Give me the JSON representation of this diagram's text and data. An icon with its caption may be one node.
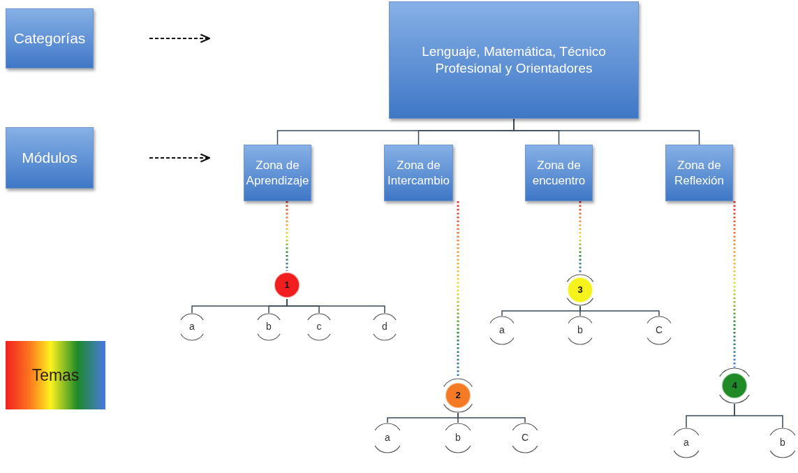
{
  "diagram": {
    "nodes": [
      {
        "text": [
          "Categorías"
        ]
      },
      {
        "text": [
          "Módulos"
        ]
      },
      {
        "text": [
          "Temas"
        ]
      },
      {
        "text": [
          "Lenguaje, Matemática, Técnico Profesional y Orientadores"
        ]
      },
      {
        "text": [
          "Zona de Aprendizaje"
        ]
      },
      {
        "text": [
          "Zona de Intercambio"
        ]
      },
      {
        "text": [
          "Zona de encuentro"
        ]
      },
      {
        "text": [
          "Zona de Reflexión"
        ]
      },
      {
        "text": [
          "1"
        ]
      },
      {
        "text": [
          "a"
        ]
      },
      {
        "text": [
          "b"
        ]
      },
      {
        "text": [
          "c"
        ]
      },
      {
        "text": [
          "d"
        ]
      },
      {
        "text": [
          "2"
        ]
      },
      {
        "text": [
          "a"
        ]
      },
      {
        "text": [
          "b"
        ]
      },
      {
        "text": [
          "C"
        ]
      },
      {
        "text": [
          "3"
        ]
      },
      {
        "text": [
          "a"
        ]
      },
      {
        "text": [
          "b"
        ]
      },
      {
        "text": [
          "C"
        ]
      },
      {
        "text": [
          "4"
        ]
      },
      {
        "text": [
          "a"
        ]
      },
      {
        "text": [
          "b"
        ]
      }
    ],
    "edges": [
      {
        "from": 0,
        "to": null,
        "arrow": "to",
        "style": "dashed"
      },
      {
        "from": 1,
        "to": null,
        "arrow": "to",
        "style": "dashed"
      },
      {
        "from": 3,
        "to": 4,
        "arrow": "none"
      },
      {
        "from": 3,
        "to": 5,
        "arrow": "none"
      },
      {
        "from": 3,
        "to": 6,
        "arrow": "none"
      },
      {
        "from": 3,
        "to": 7,
        "arrow": "none"
      },
      {
        "from": 4,
        "to": 8,
        "arrow": "none",
        "style": "dashed"
      },
      {
        "from": 5,
        "to": 13,
        "arrow": "none",
        "style": "dashed"
      },
      {
        "from": 6,
        "to": 17,
        "arrow": "none",
        "style": "dashed"
      },
      {
        "from": 7,
        "to": 21,
        "arrow": "none",
        "style": "dashed"
      },
      {
        "from": 8,
        "to": 9,
        "arrow": "none"
      },
      {
        "from": 8,
        "to": 10,
        "arrow": "none"
      },
      {
        "from": 8,
        "to": 11,
        "arrow": "none"
      },
      {
        "from": 8,
        "to": 12,
        "arrow": "none"
      },
      {
        "from": 13,
        "to": 14,
        "arrow": "none"
      },
      {
        "from": 13,
        "to": 15,
        "arrow": "none"
      },
      {
        "from": 13,
        "to": 16,
        "arrow": "none"
      },
      {
        "from": 17,
        "to": 18,
        "arrow": "none"
      },
      {
        "from": 17,
        "to": 19,
        "arrow": "none"
      },
      {
        "from": 17,
        "to": 20,
        "arrow": "none"
      },
      {
        "from": 21,
        "to": 22,
        "arrow": "none"
      },
      {
        "from": 21,
        "to": 23,
        "arrow": "none"
      }
    ]
  }
}
